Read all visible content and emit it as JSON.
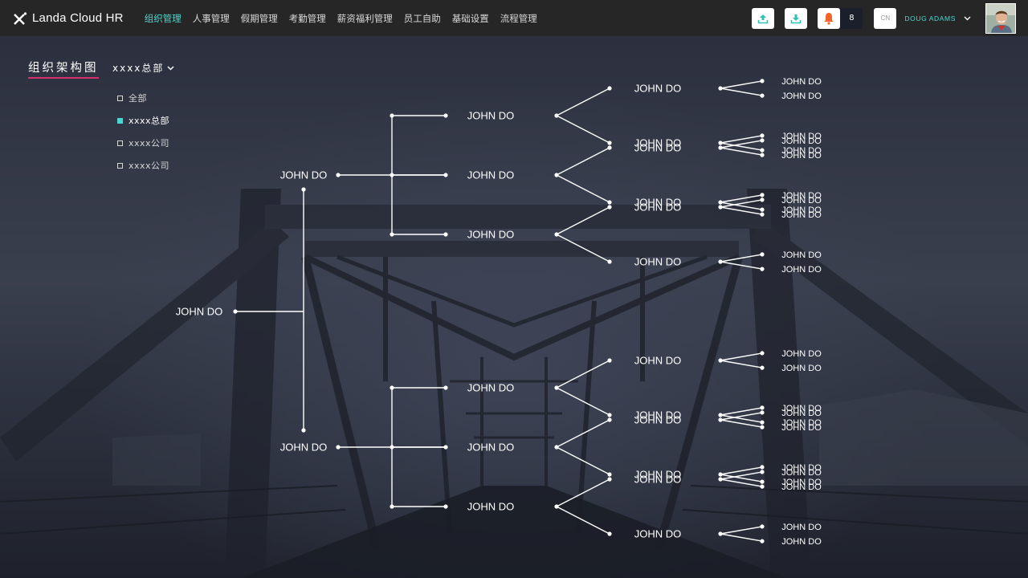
{
  "app": {
    "title": "Landa Cloud HR"
  },
  "nav": {
    "items": [
      {
        "label": "组织管理",
        "active": true
      },
      {
        "label": "人事管理",
        "active": false
      },
      {
        "label": "假期管理",
        "active": false
      },
      {
        "label": "考勤管理",
        "active": false
      },
      {
        "label": "薪资福利管理",
        "active": false
      },
      {
        "label": "员工自助",
        "active": false
      },
      {
        "label": "基础设置",
        "active": false
      },
      {
        "label": "流程管理",
        "active": false
      }
    ]
  },
  "toolbar": {
    "upload_icon": "upload-icon",
    "download_icon": "download-icon",
    "notifications_icon": "bell-icon",
    "notification_count": "8",
    "language": "CN",
    "user_name": "DOUG ADAMS"
  },
  "colors": {
    "accent": "#4fd5d0",
    "title_underline": "#d6306e",
    "bell": "#f2652a",
    "topbar": "#262626"
  },
  "page": {
    "title": "组织架构图",
    "department_filter": "xxxx总部"
  },
  "departments": [
    {
      "label": "全部",
      "selected": false
    },
    {
      "label": "xxxx总部",
      "selected": true
    },
    {
      "label": "xxxx公司",
      "selected": false
    },
    {
      "label": "xxxx公司",
      "selected": false
    }
  ],
  "org_chart": {
    "name": "JOHN DO",
    "children": [
      {
        "name": "JOHN DO",
        "children": [
          {
            "name": "JOHN DO",
            "children": [
              {
                "name": "JOHN DO",
                "children": [
                  {
                    "name": "JOHN DO"
                  },
                  {
                    "name": "JOHN DO"
                  }
                ]
              },
              {
                "name": "JOHN DO",
                "children": [
                  {
                    "name": "JOHN DO"
                  },
                  {
                    "name": "JOHN DO"
                  }
                ]
              }
            ]
          },
          {
            "name": "JOHN DO",
            "children": [
              {
                "name": "JOHN DO",
                "children": [
                  {
                    "name": "JOHN DO"
                  },
                  {
                    "name": "JOHN DO"
                  }
                ]
              },
              {
                "name": "JOHN DO",
                "children": [
                  {
                    "name": "JOHN DO"
                  },
                  {
                    "name": "JOHN DO"
                  }
                ]
              }
            ]
          },
          {
            "name": "JOHN DO",
            "children": [
              {
                "name": "JOHN DO",
                "children": [
                  {
                    "name": "JOHN DO"
                  },
                  {
                    "name": "JOHN DO"
                  }
                ]
              },
              {
                "name": "JOHN DO",
                "children": [
                  {
                    "name": "JOHN DO"
                  },
                  {
                    "name": "JOHN DO"
                  }
                ]
              }
            ]
          }
        ]
      },
      {
        "name": "JOHN DO",
        "children": [
          {
            "name": "JOHN DO",
            "children": [
              {
                "name": "JOHN DO",
                "children": [
                  {
                    "name": "JOHN DO"
                  },
                  {
                    "name": "JOHN DO"
                  }
                ]
              },
              {
                "name": "JOHN DO",
                "children": [
                  {
                    "name": "JOHN DO"
                  },
                  {
                    "name": "JOHN DO"
                  }
                ]
              }
            ]
          },
          {
            "name": "JOHN DO",
            "children": [
              {
                "name": "JOHN DO",
                "children": [
                  {
                    "name": "JOHN DO"
                  },
                  {
                    "name": "JOHN DO"
                  }
                ]
              },
              {
                "name": "JOHN DO",
                "children": [
                  {
                    "name": "JOHN DO"
                  },
                  {
                    "name": "JOHN DO"
                  }
                ]
              }
            ]
          },
          {
            "name": "JOHN DO",
            "children": [
              {
                "name": "JOHN DO",
                "children": [
                  {
                    "name": "JOHN DO"
                  },
                  {
                    "name": "JOHN DO"
                  }
                ]
              },
              {
                "name": "JOHN DO",
                "children": [
                  {
                    "name": "JOHN DO"
                  },
                  {
                    "name": "JOHN DO"
                  }
                ]
              }
            ]
          }
        ]
      }
    ]
  }
}
